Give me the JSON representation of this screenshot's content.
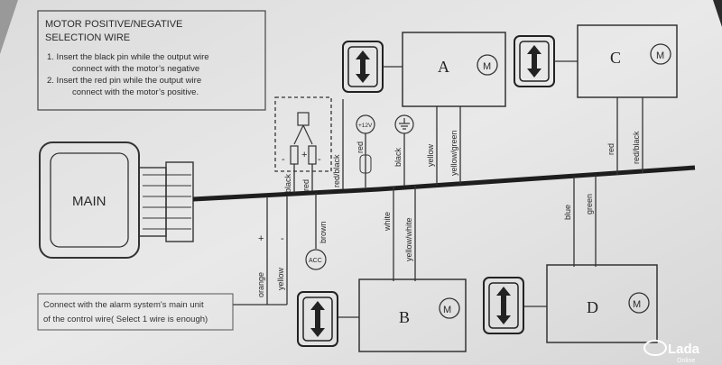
{
  "instructions": {
    "title_line1": "MOTOR POSITIVE/NEGATIVE",
    "title_line2": "SELECTION WIRE",
    "step1_line1": "1. Insert the black pin while the output wire",
    "step1_line2": "connect with the motor’s negative",
    "step2_line1": "2. Insert the red pin while the output wire",
    "step2_line2": "connect with the motor’s positive."
  },
  "main_unit": {
    "label": "MAIN"
  },
  "polarity": {
    "plus": "+",
    "minus": "-"
  },
  "power": {
    "plus12v": "+12V",
    "acc": "ACC"
  },
  "motors": {
    "a": "A",
    "b": "B",
    "c": "C",
    "d": "D"
  },
  "motor_symbol": "M",
  "wires": {
    "black": "black",
    "red": "red",
    "red_black": "red/black",
    "yellow": "yellow",
    "yellow_green": "yellow/green",
    "orange": "orange",
    "brown": "brown",
    "white": "white",
    "yellow_white": "yellow/white",
    "blue": "blue",
    "green": "green"
  },
  "alarm_note": {
    "line1": "Connect with the alarm system's main unit",
    "line2": "of the control wire( Select 1 wire is enough)"
  },
  "watermark": {
    "brand": "Lada",
    "sub": "Online"
  }
}
